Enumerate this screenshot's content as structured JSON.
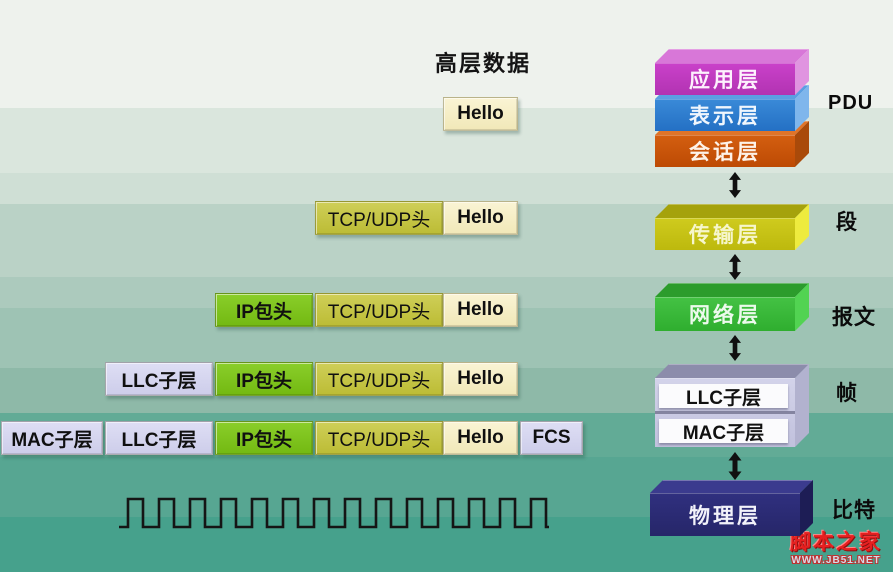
{
  "labels": {
    "high_layer_data": "高层数据"
  },
  "rows": [
    {
      "cells": [
        "Hello"
      ]
    },
    {
      "cells": [
        "TCP/UDP头",
        "Hello"
      ]
    },
    {
      "cells": [
        "IP包头",
        "TCP/UDP头",
        "Hello"
      ]
    },
    {
      "cells": [
        "LLC子层",
        "IP包头",
        "TCP/UDP头",
        "Hello"
      ]
    },
    {
      "cells": [
        "MAC子层",
        "LLC子层",
        "IP包头",
        "TCP/UDP头",
        "Hello",
        "FCS"
      ]
    }
  ],
  "stack": {
    "layers": [
      "应用层",
      "表示层",
      "会话层",
      "传输层",
      "网络层",
      "LLC子层",
      "MAC子层",
      "物理层"
    ]
  },
  "units": [
    "PDU",
    "段",
    "报文",
    "帧",
    "比特"
  ],
  "signal": {
    "type": "square-wave",
    "cycles": 14
  },
  "watermark": {
    "site_name": "脚本之家",
    "site_url": "WWW.JB51.NET"
  },
  "palette": {
    "data_fill": "#f5eec6",
    "tcp_header_fill": "#c6c63e",
    "ip_header_fill": "#7ec41e",
    "llc_mac_fill": "#d7d7ef",
    "application_layer": "#c13fc1",
    "presentation_layer": "#2d7fd3",
    "session_layer": "#cc5510",
    "transport_layer": "#c9c513",
    "network_layer": "#3db83d",
    "datalink_box": "#cdcde4",
    "physical_layer": "#2b2b78",
    "background_teal": "#46a18c",
    "arrow_color": "#111111",
    "watermark_red": "#e62020"
  }
}
